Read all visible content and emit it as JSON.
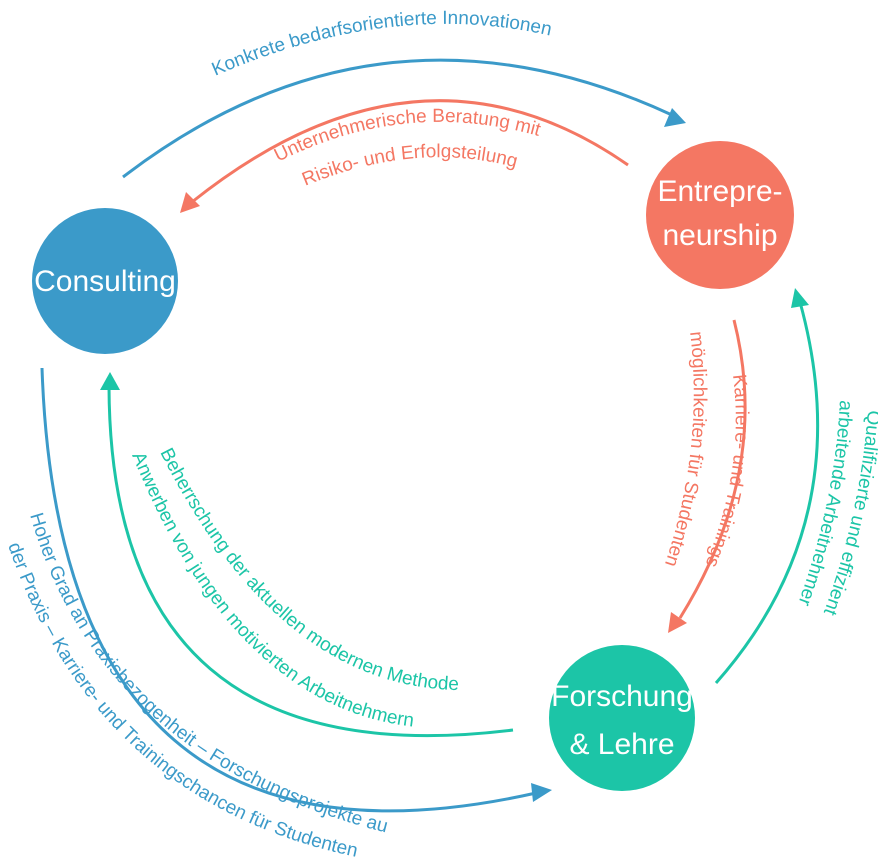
{
  "colors": {
    "consulting": "#3b9ac9",
    "entrepreneurship": "#f47763",
    "forschung": "#1cc5a7"
  },
  "nodes": {
    "consulting": {
      "label": "Consulting"
    },
    "entrepreneurship": {
      "line1": "Entrepre-",
      "line2": "neurship"
    },
    "forschung": {
      "line1": "Forschung",
      "line2": "& Lehre"
    }
  },
  "arcs": {
    "top_outer": "Konkrete bedarfsorientierte Innovationen",
    "top_inner_1": "Unternehmerische Beratung mit",
    "top_inner_2": "Risiko- und Erfolgsteilung",
    "right_inner_1": "Karriere- und Trainings-",
    "right_inner_2": "möglichkeiten für Studenten",
    "right_outer_1": "Qualifizierte und effizient",
    "right_outer_2": "arbeitende Arbeitnehmer",
    "left_inner_1": "Beherrschung der aktuellen modernen Methoden –",
    "left_inner_2": "Anwerben von jungen motivierten Arbeitnehmern",
    "left_outer_1": "Hoher Grad an Praxisbezogenheit – Forschungsprojekte aus",
    "left_outer_2": "der Praxis – Karriere- und Trainingschancen für Studenten"
  }
}
